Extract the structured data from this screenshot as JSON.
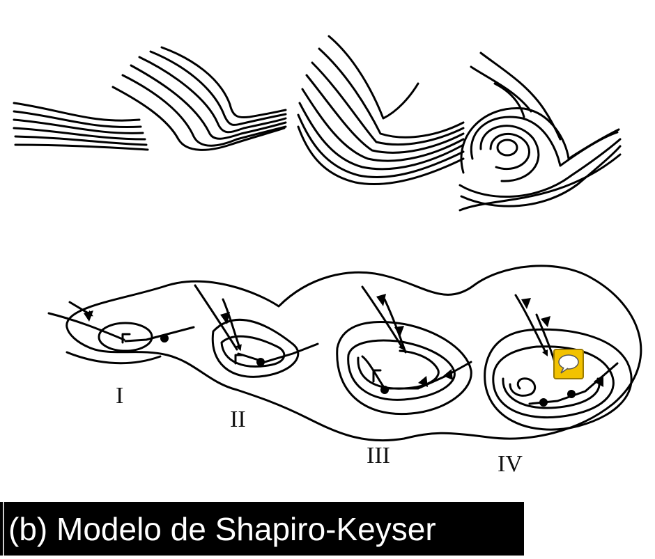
{
  "figure": {
    "stages": [
      "I",
      "II",
      "III",
      "IV"
    ],
    "caption": "(b) Modelo de Shapiro-Keyser",
    "accent_color": "#f2c200",
    "comment_icon": "speech-bubble-icon"
  }
}
